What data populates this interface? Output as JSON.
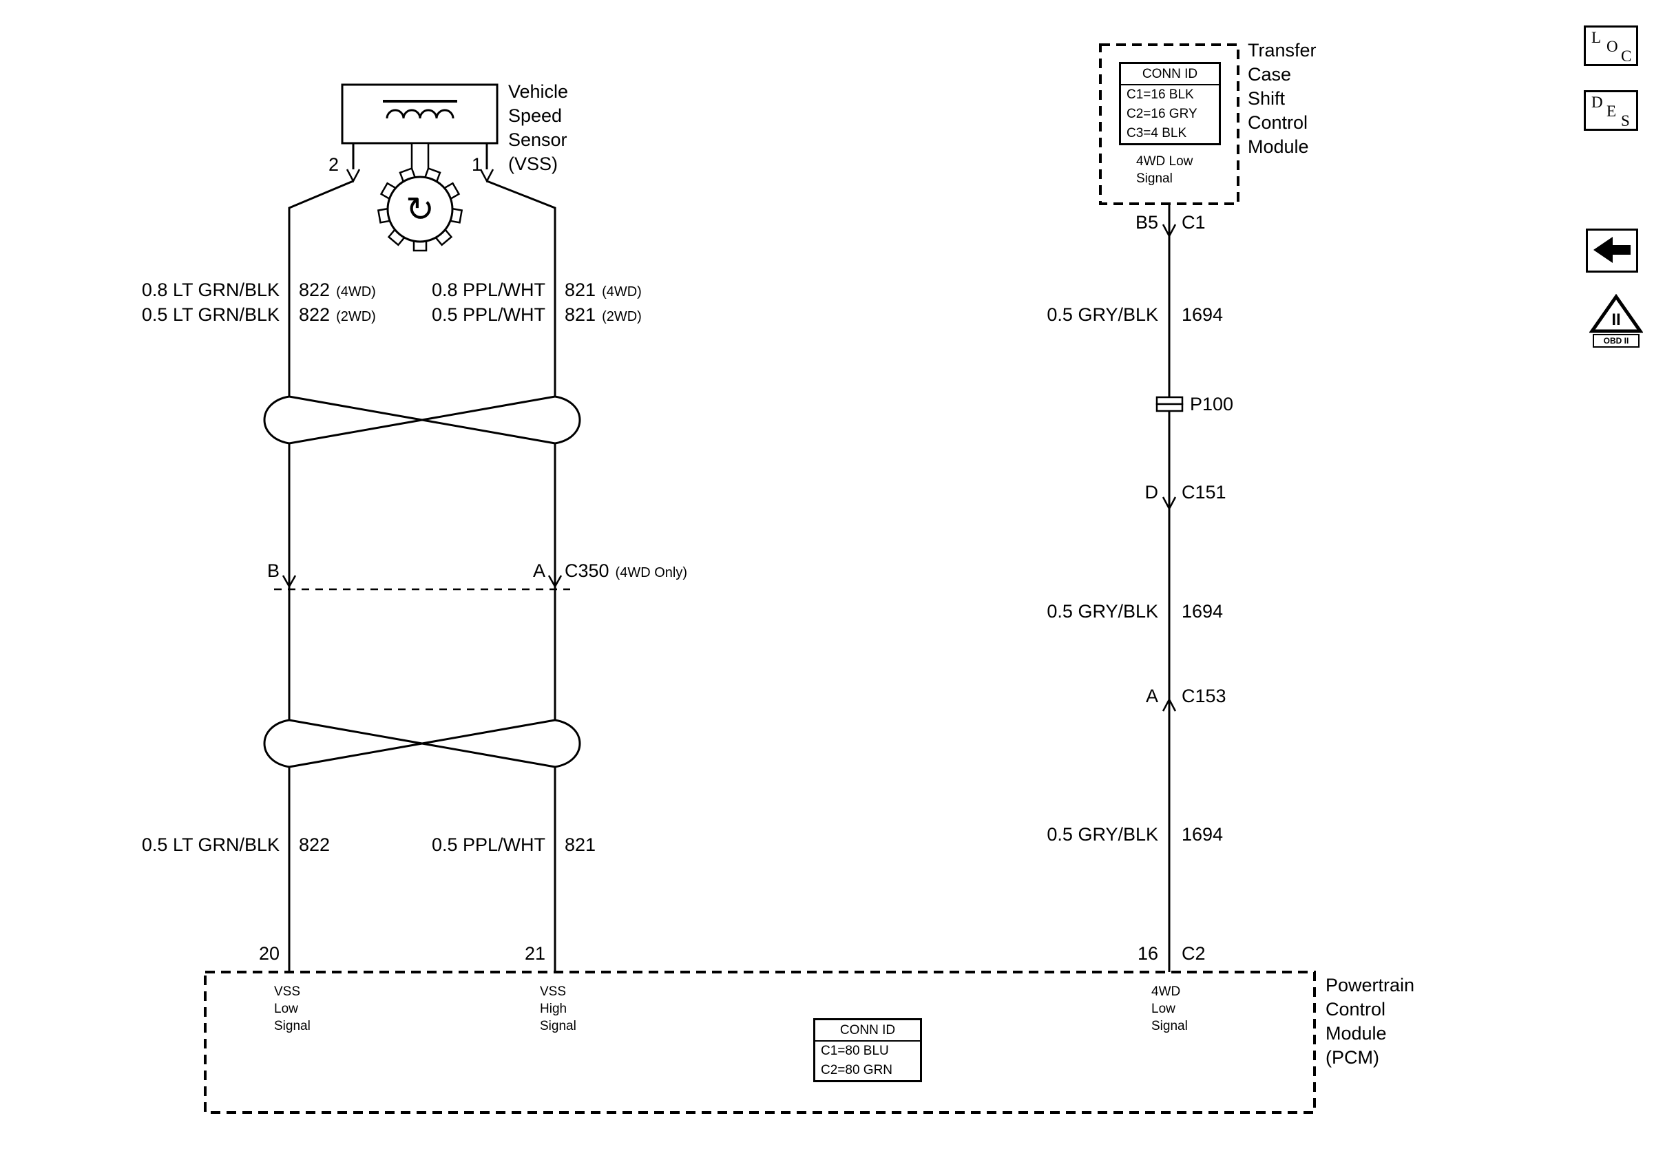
{
  "colors": {
    "ink": "#000000",
    "paper": "#ffffff"
  },
  "sensor": {
    "title": "Vehicle\nSpeed\nSensor\n(VSS)",
    "pin_left": "2",
    "pin_right": "1"
  },
  "vss_low_wire": {
    "row1_label": "0.8 LT GRN/BLK",
    "row1_circuit": "822",
    "row1_note": "(4WD)",
    "row2_label": "0.5 LT GRN/BLK",
    "row2_circuit": "822",
    "row2_note": "(2WD)",
    "lower_label": "0.5 LT GRN/BLK",
    "lower_circuit": "822",
    "pcm_pin": "20"
  },
  "vss_high_wire": {
    "row1_label": "0.8 PPL/WHT",
    "row1_circuit": "821",
    "row1_note": "(4WD)",
    "row2_label": "0.5 PPL/WHT",
    "row2_circuit": "821",
    "row2_note": "(2WD)",
    "lower_label": "0.5 PPL/WHT",
    "lower_circuit": "821",
    "pcm_pin": "21"
  },
  "c350": {
    "pin_left": "B",
    "pin_right": "A",
    "label": "C350",
    "note": "(4WD Only)"
  },
  "transfer_case_module": {
    "title": "Transfer\nCase\nShift\nControl\nModule",
    "conn_id": {
      "header": "CONN ID",
      "rows": [
        "C1=16 BLK",
        "C2=16 GRY",
        "C3=4 BLK"
      ]
    },
    "signal": "4WD Low\nSignal",
    "pin": "B5",
    "connector": "C1"
  },
  "gry_blk_wire": {
    "seg1_label": "0.5 GRY/BLK",
    "seg1_circuit": "1694",
    "p100": "P100",
    "c151_pin": "D",
    "c151_label": "C151",
    "seg2_label": "0.5 GRY/BLK",
    "seg2_circuit": "1694",
    "c153_pin": "A",
    "c153_label": "C153",
    "seg3_label": "0.5 GRY/BLK",
    "seg3_circuit": "1694",
    "pcm_pin": "16",
    "pcm_connector": "C2"
  },
  "pcm": {
    "title": "Powertrain\nControl\nModule\n(PCM)",
    "signal_vss_low": "VSS\nLow\nSignal",
    "signal_vss_high": "VSS\nHigh\nSignal",
    "signal_4wd_low": "4WD\nLow\nSignal",
    "conn_id": {
      "header": "CONN ID",
      "rows": [
        "C1=80 BLU",
        "C2=80 GRN"
      ]
    }
  },
  "toolbar_icons": {
    "loc": [
      "L",
      "O",
      "C"
    ],
    "des": [
      "D",
      "E",
      "S"
    ],
    "obd_mark": "II",
    "obd_label": "OBD II",
    "rotation": "↻"
  }
}
